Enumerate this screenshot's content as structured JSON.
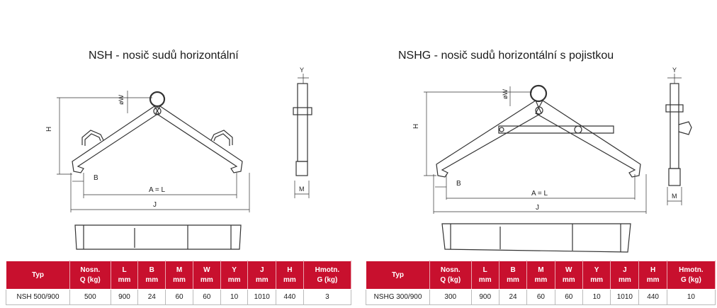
{
  "products": [
    {
      "title": "NSH - nosič sudů horizontální",
      "dims": {
        "B": "B",
        "A": "A = L",
        "J": "J",
        "H": "H",
        "W": "øW",
        "Y": "Y",
        "M": "M"
      },
      "table": {
        "headers": [
          [
            "Typ"
          ],
          [
            "Nosn.",
            "Q (kg)"
          ],
          [
            "L",
            "mm"
          ],
          [
            "B",
            "mm"
          ],
          [
            "M",
            "mm"
          ],
          [
            "W",
            "mm"
          ],
          [
            "Y",
            "mm"
          ],
          [
            "J",
            "mm"
          ],
          [
            "H",
            "mm"
          ],
          [
            "Hmotn.",
            "G (kg)"
          ]
        ],
        "rows": [
          [
            "NSH 500/900",
            "500",
            "900",
            "24",
            "60",
            "60",
            "10",
            "1010",
            "440",
            "3"
          ]
        ]
      }
    },
    {
      "title": "NSHG - nosič sudů horizontální s pojistkou",
      "dims": {
        "B": "B",
        "A": "A = L",
        "J": "J",
        "H": "H",
        "W": "øW",
        "Y": "Y",
        "M": "M"
      },
      "table": {
        "headers": [
          [
            "Typ"
          ],
          [
            "Nosn.",
            "Q (kg)"
          ],
          [
            "L",
            "mm"
          ],
          [
            "B",
            "mm"
          ],
          [
            "M",
            "mm"
          ],
          [
            "W",
            "mm"
          ],
          [
            "Y",
            "mm"
          ],
          [
            "J",
            "mm"
          ],
          [
            "H",
            "mm"
          ],
          [
            "Hmotn.",
            "G (kg)"
          ]
        ],
        "rows": [
          [
            "NSHG 300/900",
            "300",
            "900",
            "24",
            "60",
            "60",
            "10",
            "1010",
            "440",
            "10"
          ]
        ]
      }
    }
  ],
  "colors": {
    "header_bg": "#c8102e",
    "header_text": "#ffffff",
    "line": "#333333"
  }
}
